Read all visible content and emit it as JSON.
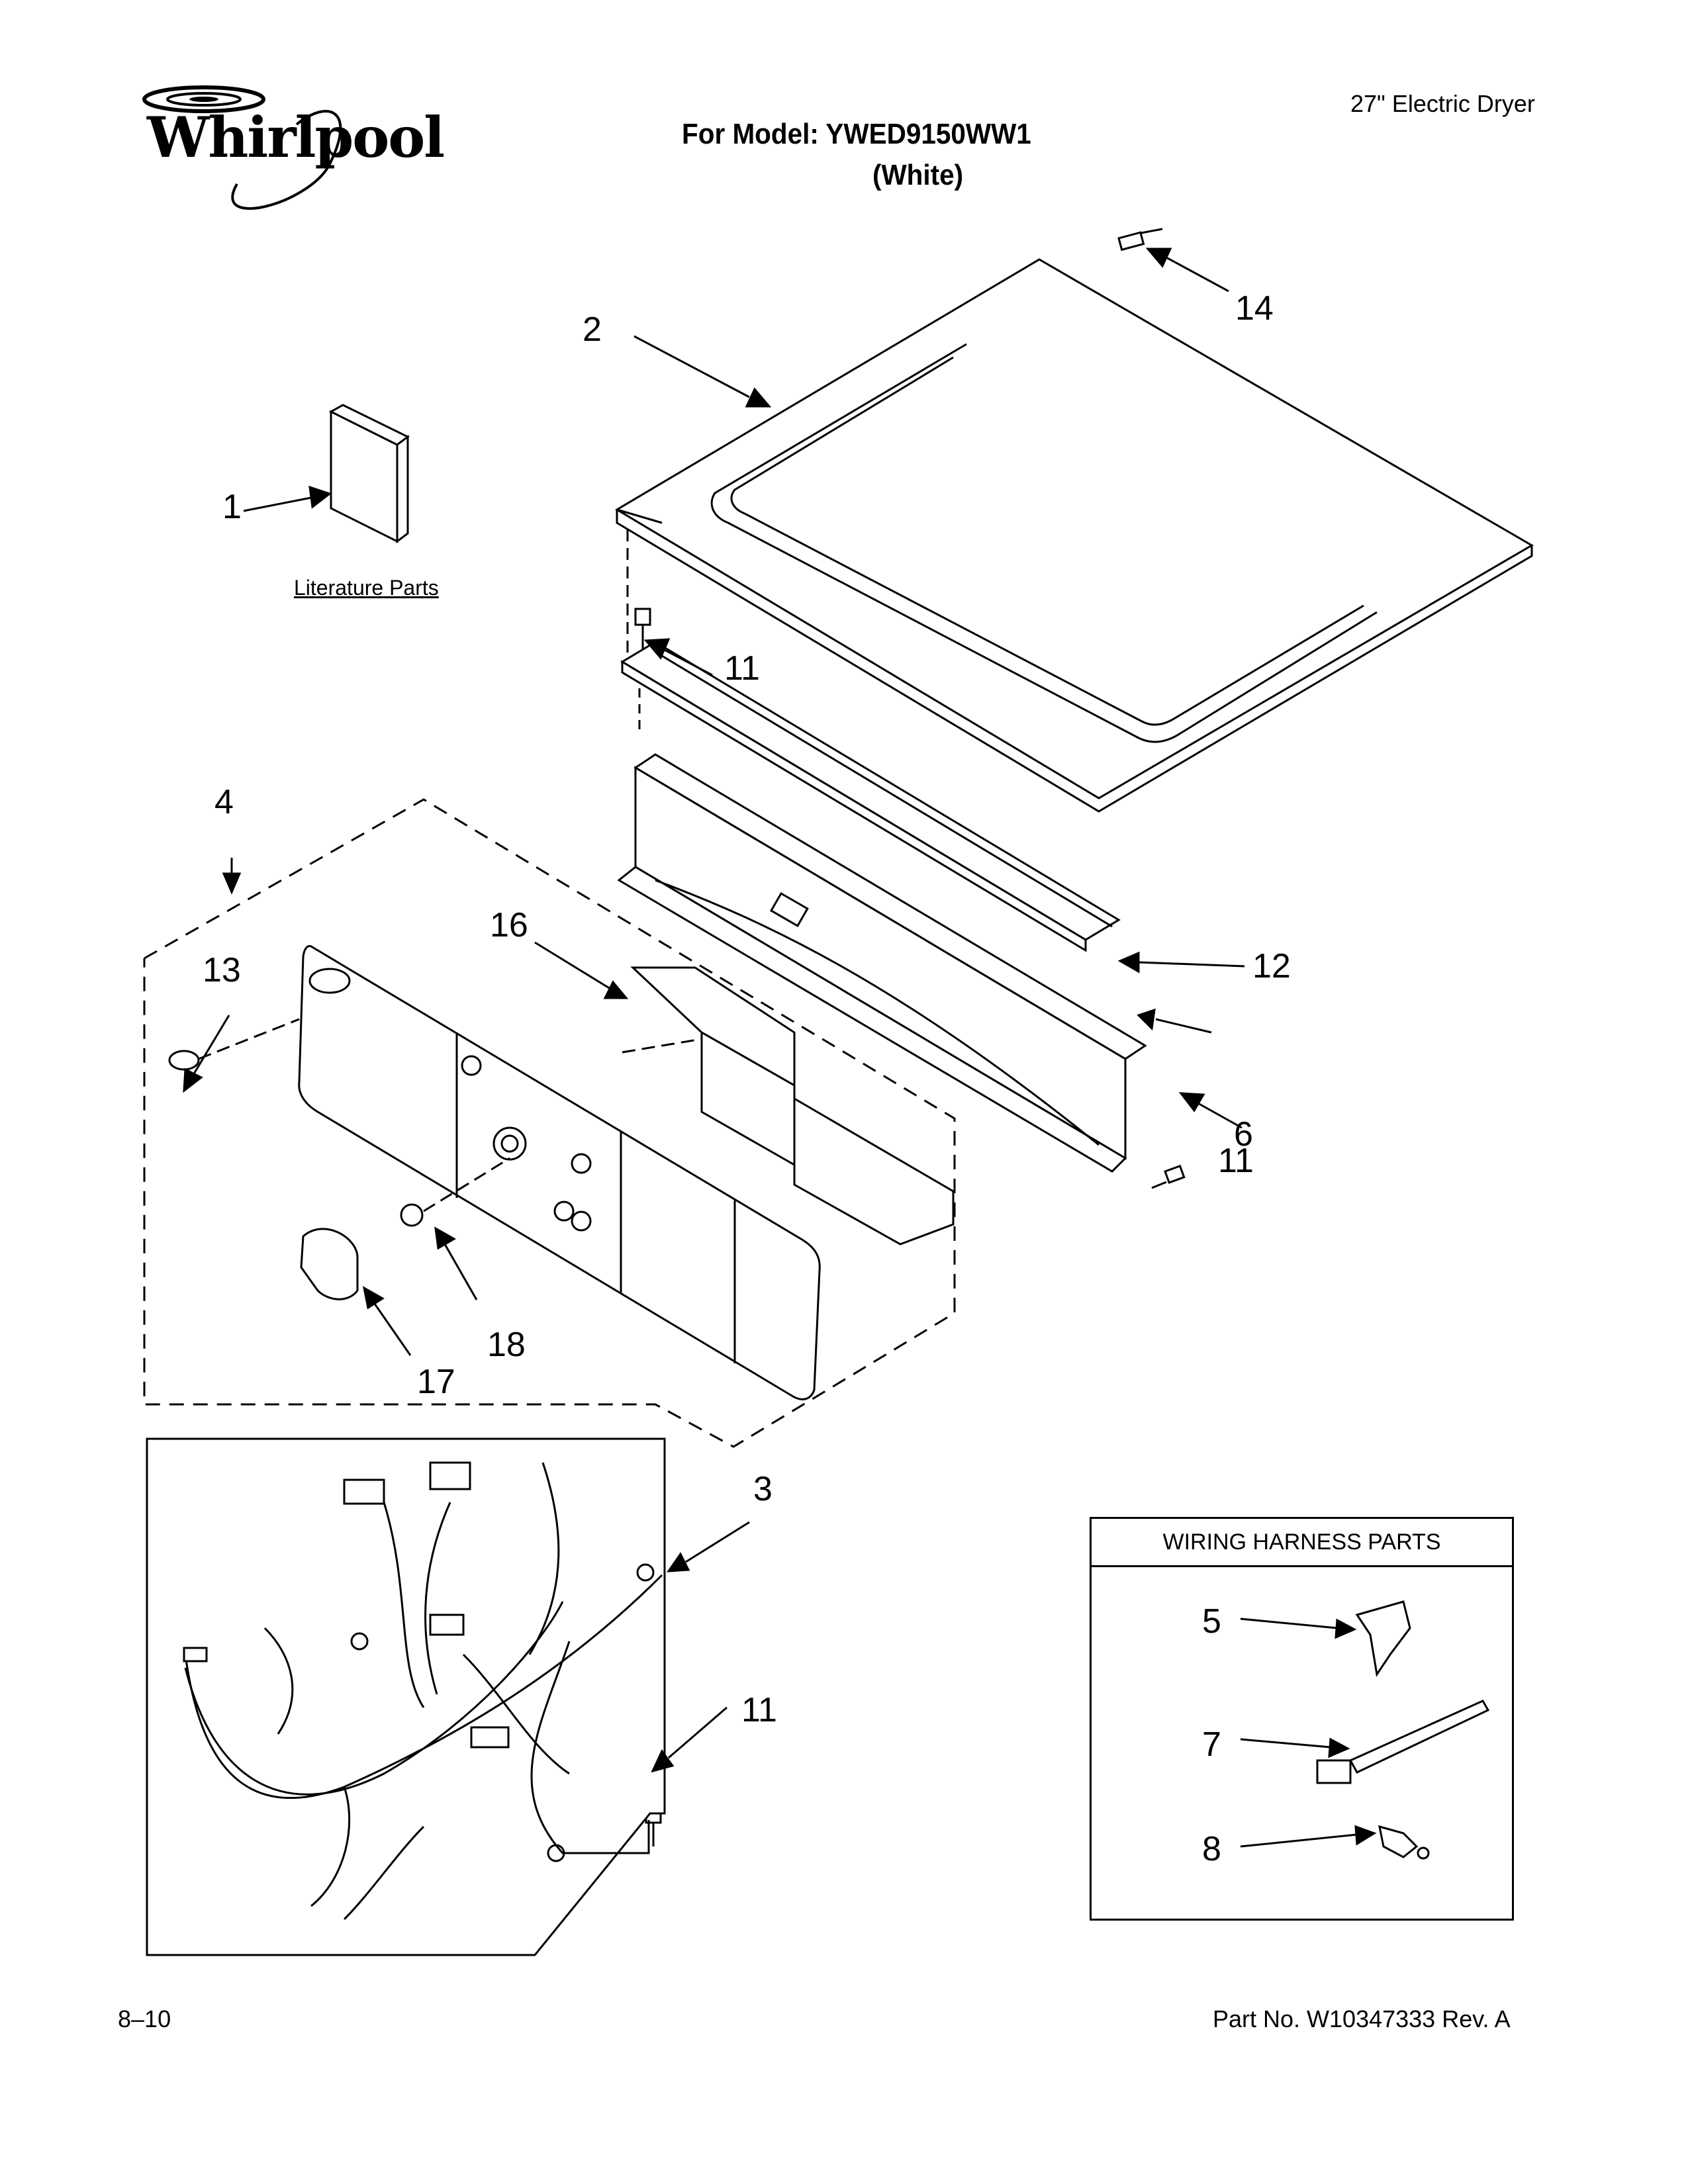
{
  "header": {
    "brand": "Whirlpool",
    "model_line": "For Model: YWED9150WW1",
    "color_line": "(White)",
    "product_type": "27\" Electric Dryer"
  },
  "labels": {
    "literature": "Literature Parts",
    "wiring_box_title": "WIRING HARNESS PARTS"
  },
  "callouts": [
    "1",
    "2",
    "3",
    "4",
    "5",
    "6",
    "7",
    "8",
    "11",
    "11",
    "11",
    "12",
    "13",
    "14",
    "16",
    "17",
    "18"
  ],
  "callout_map": {
    "c1": "1",
    "c2": "2",
    "c3": "3",
    "c4": "4",
    "c5": "5",
    "c6": "6",
    "c7": "7",
    "c8": "8",
    "c11a": "11",
    "c11b": "11",
    "c11c": "11",
    "c12": "12",
    "c13": "13",
    "c14": "14",
    "c16": "16",
    "c17": "17",
    "c18": "18"
  },
  "footer": {
    "page": "8–10",
    "part_no": "Part No. W10347333 Rev. A"
  }
}
